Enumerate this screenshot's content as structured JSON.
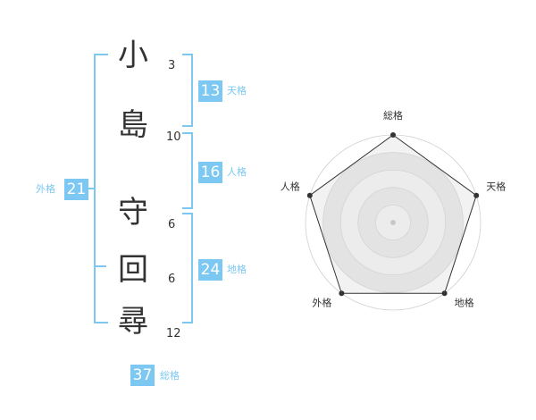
{
  "name_chars": [
    {
      "char": "小",
      "strokes": "3"
    },
    {
      "char": "島",
      "strokes": "10"
    },
    {
      "char": "守",
      "strokes": "6"
    },
    {
      "char": "回",
      "strokes": "6"
    },
    {
      "char": "尋",
      "strokes": "12"
    }
  ],
  "fortunes": {
    "tenkaku": {
      "value": "13",
      "label": "天格"
    },
    "jinkaku": {
      "value": "16",
      "label": "人格"
    },
    "chikaku": {
      "value": "24",
      "label": "地格"
    },
    "gaikaku": {
      "value": "21",
      "label": "外格"
    },
    "soukaku": {
      "value": "37",
      "label": "総格"
    }
  },
  "colors": {
    "accent": "#7cc8f2",
    "text": "#333333"
  },
  "chart_data": {
    "type": "radar",
    "axes": [
      "総格",
      "天格",
      "地格",
      "外格",
      "人格"
    ],
    "levels": 5,
    "values": [
      5,
      5,
      5,
      5,
      5
    ],
    "range": [
      0,
      5
    ]
  }
}
